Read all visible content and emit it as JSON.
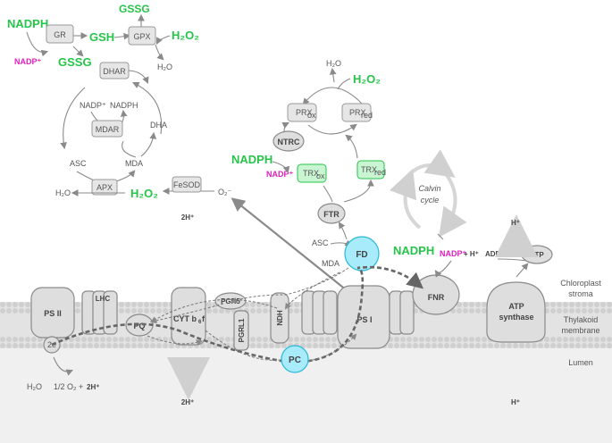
{
  "colors": {
    "green": "#27c44a",
    "magenta": "#e020c0",
    "cyan": "#a8ecfb",
    "cyan_stroke": "#2ab8d8",
    "grey": "#e6e6e6",
    "membrane": "#d9d9d9",
    "lumen": "#f0f0f0"
  },
  "asc_cycle": {
    "nadph": "NADPH",
    "nadp_plus": "NADP⁺",
    "gr": "GR",
    "gsh": "GSH",
    "gssg_top": "GSSG",
    "gpx": "GPX",
    "h2o2_top": "H₂O₂",
    "h2o_top": "H₂O",
    "gssg": "GSSG",
    "dhar": "DHAR",
    "nadp_plus_inner": "NADP⁺",
    "nadph_inner": "NADPH",
    "mdar": "MDAR",
    "dha": "DHA",
    "asc": "ASC",
    "mda": "MDA",
    "apx": "APX",
    "h2o_left": "H₂O",
    "h2o2_mid": "H₂O₂",
    "fesod": "FeSOD",
    "o2_minus": "O₂⁻"
  },
  "prx_cycle": {
    "h2o": "H₂O",
    "h2o2": "H₂O₂",
    "prx_ox": "PRX",
    "prx_ox_sub": "ox",
    "prx_red": "PRX",
    "prx_red_sub": "red",
    "ntrc": "NTRC",
    "nadph": "NADPH",
    "nadp_plus": "NADP⁺",
    "trx_ox": "TRX",
    "trx_ox_sub": "ox",
    "trx_red": "TRX",
    "trx_red_sub": "red",
    "ftr": "FTR"
  },
  "calvin": {
    "line1": "Calvin",
    "line2": "cycle"
  },
  "stroma_side": {
    "asc": "ASC",
    "mda": "MDA",
    "fd": "FD",
    "nadph": "NADPH",
    "nadp_plus": "NADP⁺",
    "plus_h": "+ H⁺",
    "adp": "ADP",
    "atp": "ATP",
    "h_plus_top": "H⁺"
  },
  "membrane": {
    "psii": "PS II",
    "two_e": "2e",
    "lhc": "LHC",
    "pq": "PQ",
    "cyt_main": "CYT b",
    "cyt_sub": "6",
    "cyt_end": "f",
    "pgr5": "PGR5",
    "pgrl1": "PGRL1",
    "ndh": "NDH",
    "psi": "PS I",
    "fnr": "FNR",
    "atp_synthase_1": "ATP",
    "atp_synthase_2": "synthase",
    "two_h_top": "2H⁺",
    "two_h_bottom": "2H⁺",
    "h_plus_bottom": "H⁺"
  },
  "lumen_side": {
    "pc": "PC",
    "h2o": "H₂O",
    "half_o2": "1/2 O₂ + ",
    "two_h": "2H⁺"
  },
  "regions": {
    "stroma_1": "Chloroplast",
    "stroma_2": "stroma",
    "thyl_1": "Thylakoid",
    "thyl_2": "membrane",
    "lumen": "Lumen"
  }
}
